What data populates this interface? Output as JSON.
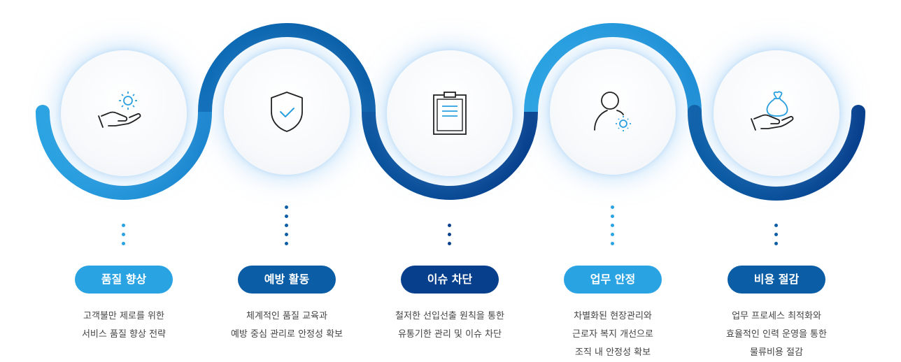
{
  "colors": {
    "light_blue": "#2aa3e2",
    "medium_blue": "#0b64aa",
    "dark_blue": "#073f8c",
    "accent_icon_blue": "#2a9fe0",
    "dark_icon": "#222222"
  },
  "steps": [
    {
      "title": "품질 향상",
      "icon": "hand-gear-icon",
      "lines": [
        "고객불만 제로를 위한",
        "서비스 품질 향상 전략"
      ]
    },
    {
      "title": "예방 활동",
      "icon": "shield-check-icon",
      "lines": [
        "체계적인 품질 교육과",
        "예방 중심 관리로 안정성 확보"
      ]
    },
    {
      "title": "이슈 차단",
      "icon": "clipboard-icon",
      "lines": [
        "철저한 선입선출 원칙을 통한",
        "유통기한 관리 및 이슈 차단"
      ]
    },
    {
      "title": "업무 안정",
      "icon": "user-gear-icon",
      "lines": [
        "차별화된 현장관리와",
        "근로자 복지 개선으로",
        "조직 내 안정성 확보"
      ]
    },
    {
      "title": "비용 절감",
      "icon": "hand-money-bag-icon",
      "lines": [
        "업무 프로세스 최적화와",
        "효율적인 인력 운영을 통한",
        "물류비용 절감"
      ]
    }
  ]
}
